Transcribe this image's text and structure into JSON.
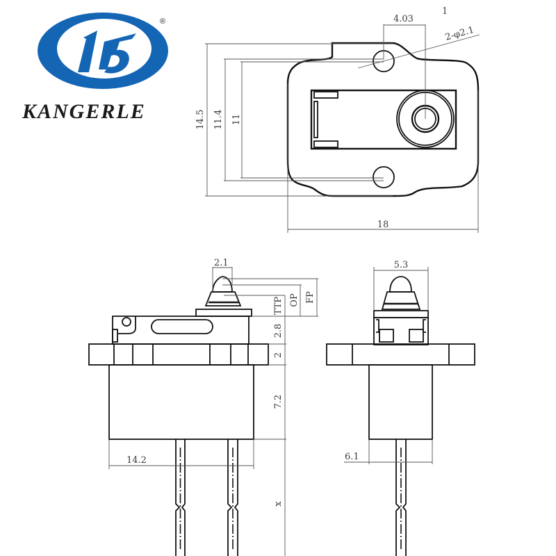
{
  "logo": {
    "brand_name": "KANGERLE",
    "registered_mark": "®",
    "emblem_color": "#1565b5"
  },
  "top_view": {
    "dim_hole_offset": "4.03",
    "dim_hole_note": "2-φ2.1",
    "dim_height_outer": "14.5",
    "dim_height_mid": "11.4",
    "dim_height_hole_pitch": "11",
    "dim_width": "18",
    "corner_mark": "1"
  },
  "front_view": {
    "dim_plunger_width": "2.1",
    "dim_ttp": "TTP",
    "dim_op": "OP",
    "dim_fp": "FP",
    "dim_housing_top": "2.8",
    "dim_flange": "2",
    "dim_body": "7.2",
    "dim_body_width": "14.2",
    "dim_lead_length": "x"
  },
  "side_view": {
    "dim_plunger_width": "5.3",
    "dim_body_width": "6.1"
  }
}
